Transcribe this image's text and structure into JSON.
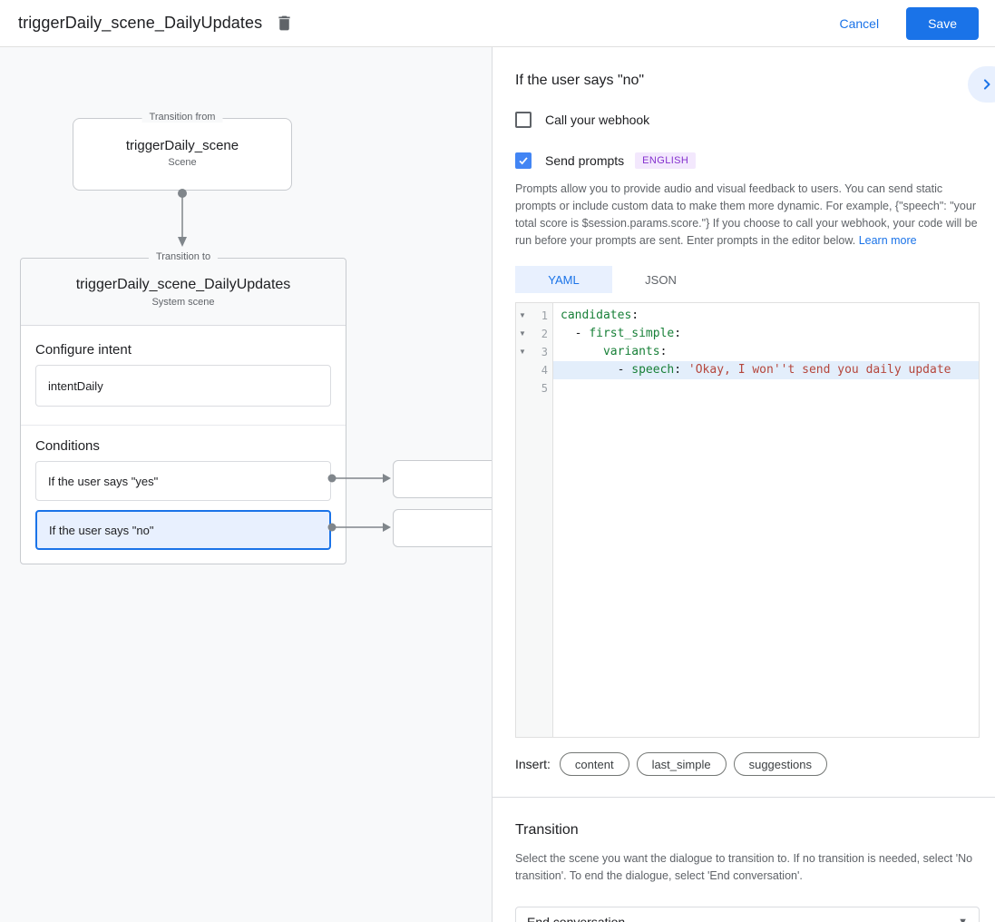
{
  "header": {
    "title": "triggerDaily_scene_DailyUpdates",
    "cancel_label": "Cancel",
    "save_label": "Save"
  },
  "diagram": {
    "from_box": {
      "legend": "Transition from",
      "title": "triggerDaily_scene",
      "subtitle": "Scene"
    },
    "to_box": {
      "legend": "Transition to",
      "title": "triggerDaily_scene_DailyUpdates",
      "subtitle": "System scene",
      "configure_intent_label": "Configure intent",
      "intent_value": "intentDaily",
      "conditions_label": "Conditions",
      "conditions": [
        {
          "label": "If the user says \"yes\"",
          "selected": false
        },
        {
          "label": "If the user says \"no\"",
          "selected": true
        }
      ]
    }
  },
  "panel": {
    "heading": "If the user says \"no\"",
    "webhook_checkbox": {
      "label": "Call your webhook",
      "checked": false
    },
    "prompts_checkbox": {
      "label": "Send prompts",
      "checked": true
    },
    "language_badge": "ENGLISH",
    "description": "Prompts allow you to provide audio and visual feedback to users. You can send static prompts or include custom data to make them more dynamic. For example, {\"speech\": \"your total score is $session.params.score.\"} If you choose to call your webhook, your code will be run before your prompts are sent. Enter prompts in the editor below.",
    "learn_more_label": "Learn more",
    "tabs": [
      {
        "label": "YAML",
        "active": true
      },
      {
        "label": "JSON",
        "active": false
      }
    ],
    "editor": {
      "lines": [
        {
          "num": "1",
          "fold": true,
          "active": false,
          "segments": [
            [
              "key",
              "candidates"
            ],
            [
              "plain",
              ":"
            ]
          ]
        },
        {
          "num": "2",
          "fold": true,
          "active": false,
          "segments": [
            [
              "plain",
              "  - "
            ],
            [
              "key",
              "first_simple"
            ],
            [
              "plain",
              ":"
            ]
          ]
        },
        {
          "num": "3",
          "fold": true,
          "active": false,
          "segments": [
            [
              "plain",
              "      "
            ],
            [
              "key",
              "variants"
            ],
            [
              "plain",
              ":"
            ]
          ]
        },
        {
          "num": "4",
          "fold": false,
          "active": true,
          "segments": [
            [
              "plain",
              "        - "
            ],
            [
              "key",
              "speech"
            ],
            [
              "plain",
              ": "
            ],
            [
              "string",
              "'Okay, I won''t send you daily update"
            ]
          ]
        },
        {
          "num": "5",
          "fold": false,
          "active": false,
          "segments": []
        }
      ]
    },
    "insert_label": "Insert:",
    "insert_chips": [
      "content",
      "last_simple",
      "suggestions"
    ],
    "transition": {
      "heading": "Transition",
      "description": "Select the scene you want the dialogue to transition to. If no transition is needed, select 'No transition'. To end the dialogue, select 'End conversation'.",
      "dropdown_value": "End conversation"
    }
  },
  "colors": {
    "accent_blue": "#1a73e8",
    "checkbox_blue": "#4285f4",
    "selected_condition_bg": "#e8f0fe",
    "badge_bg": "#f3e8fd",
    "badge_text": "#8430ce",
    "code_key_green": "#188038",
    "code_string_red": "#b5463c",
    "active_line_bg": "#e3eefb",
    "canvas_bg": "#f8f9fa"
  }
}
